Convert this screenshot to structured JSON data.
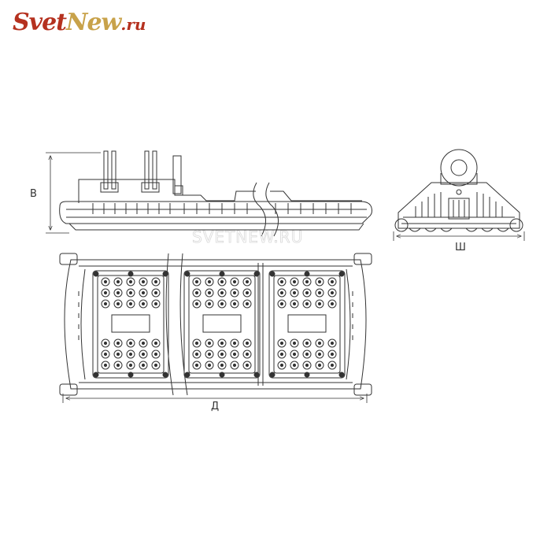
{
  "logo": {
    "part1": "Svet",
    "part2": "New",
    "part3": ".ru",
    "color1": "#b5311f",
    "color2": "#c8a24a"
  },
  "watermark": "SVETNEW.RU",
  "dimensions": {
    "height_label": "В",
    "width_label": "Ш",
    "length_label": "Д"
  },
  "drawing": {
    "line_color": "#333333",
    "module_count": 3,
    "led_rows": 6,
    "led_cols": 5,
    "views": [
      "side-view",
      "end-view",
      "bottom-view"
    ]
  }
}
